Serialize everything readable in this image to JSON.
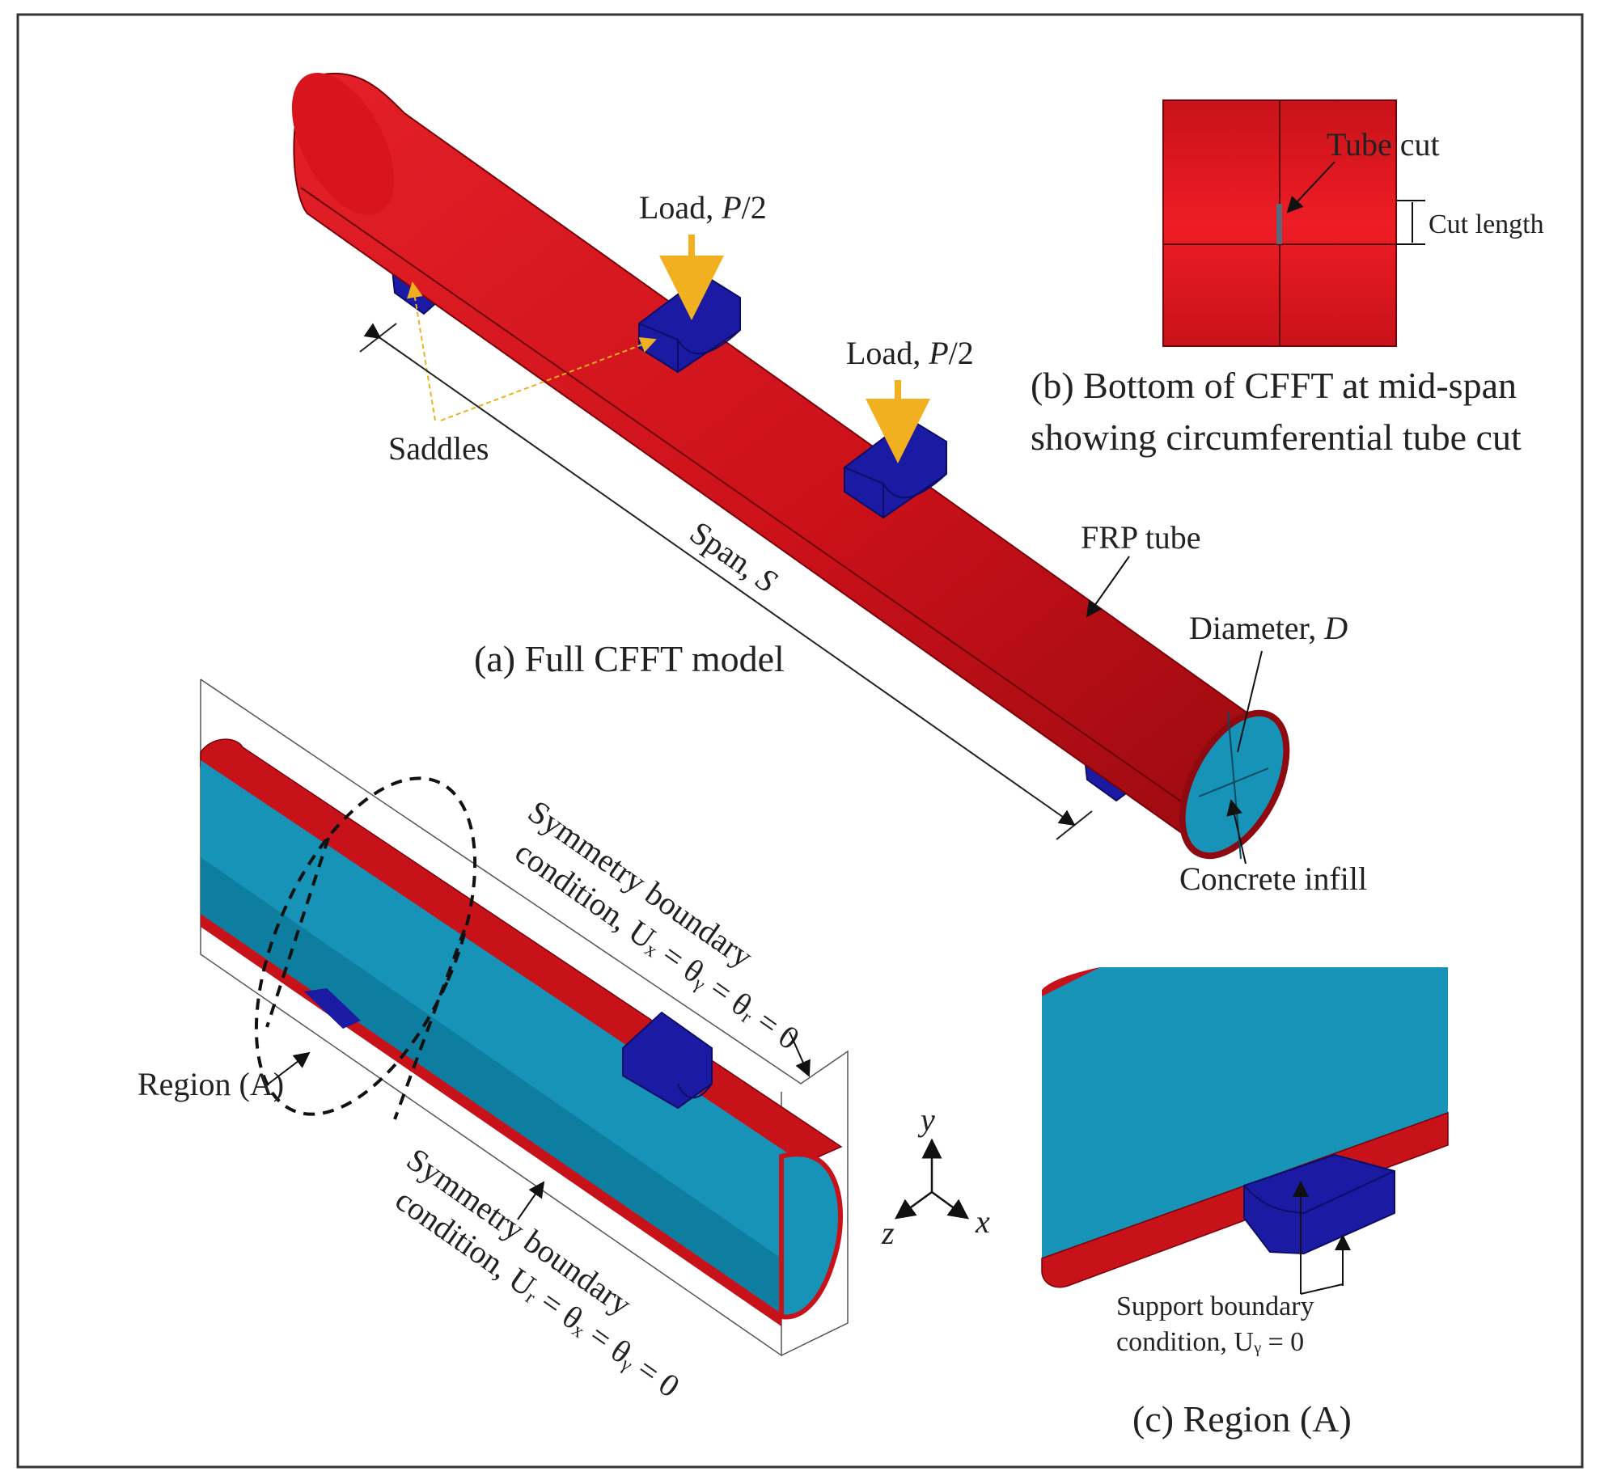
{
  "panel_a": {
    "caption": "(a) Full CFFT model",
    "load_label_1_prefix": "Load, ",
    "load_label_1_italic": "P",
    "load_label_1_suffix": "/2",
    "load_label_2_prefix": "Load, ",
    "load_label_2_italic": "P",
    "load_label_2_suffix": "/2",
    "saddles_label": "Saddles",
    "span_prefix": "Span, ",
    "span_italic": "S",
    "frp_label": "FRP tube",
    "diameter_prefix": "Diameter, ",
    "diameter_italic": "D",
    "infill_label": "Concrete infill"
  },
  "panel_b": {
    "caption_line1": "(b) Bottom of CFFT at mid-span",
    "caption_line2": "showing circumferential tube cut",
    "tube_cut_label": "Tube cut",
    "cut_length_label": "Cut length"
  },
  "half_model": {
    "sym_top_line1": "Symmetry boundary",
    "sym_top_line2": "condition, Uₓ = θᵧ = θᵣ = 0",
    "sym_bottom_line1": "Symmetry boundary",
    "sym_bottom_line2": "condition, Uᵣ = θₓ = θᵧ = 0",
    "region_label": "Region (A)"
  },
  "axes": {
    "y": "y",
    "z": "z",
    "x": "x"
  },
  "panel_c": {
    "caption": "(c) Region (A)",
    "support_line1": "Support boundary",
    "support_line2": "condition, Uᵧ = 0"
  },
  "colors": {
    "tube_red": "#d0121a",
    "tube_dark": "#8e0a10",
    "concrete": "#1793b8",
    "concrete_dark": "#0d6f8f",
    "saddle_blue": "#1a1aa3",
    "arrow_yellow": "#f0b020"
  }
}
